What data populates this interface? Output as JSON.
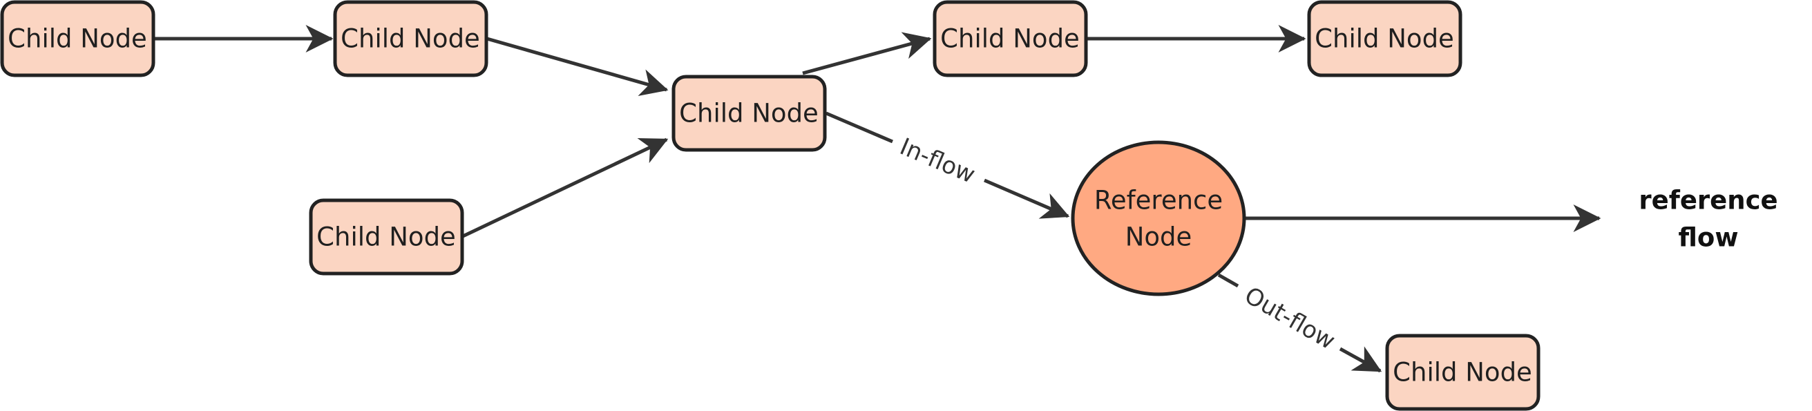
{
  "colors": {
    "child_fill": "#fbd5c2",
    "reference_fill": "#ffa982",
    "stroke": "#222222",
    "edge": "#333333",
    "background": "#ffffff"
  },
  "nodes": {
    "child_1": {
      "label": "Child Node"
    },
    "child_2": {
      "label": "Child Node"
    },
    "child_3": {
      "label": "Child Node"
    },
    "child_hub": {
      "label": "Child Node"
    },
    "child_4": {
      "label": "Child Node"
    },
    "child_5": {
      "label": "Child Node"
    },
    "child_out": {
      "label": "Child Node"
    },
    "reference": {
      "label_line1": "Reference",
      "label_line2": "Node"
    }
  },
  "edges": {
    "in_flow_label": "In-flow",
    "out_flow_label": "Out-flow"
  },
  "side_label": {
    "line1": "reference",
    "line2": "flow"
  }
}
